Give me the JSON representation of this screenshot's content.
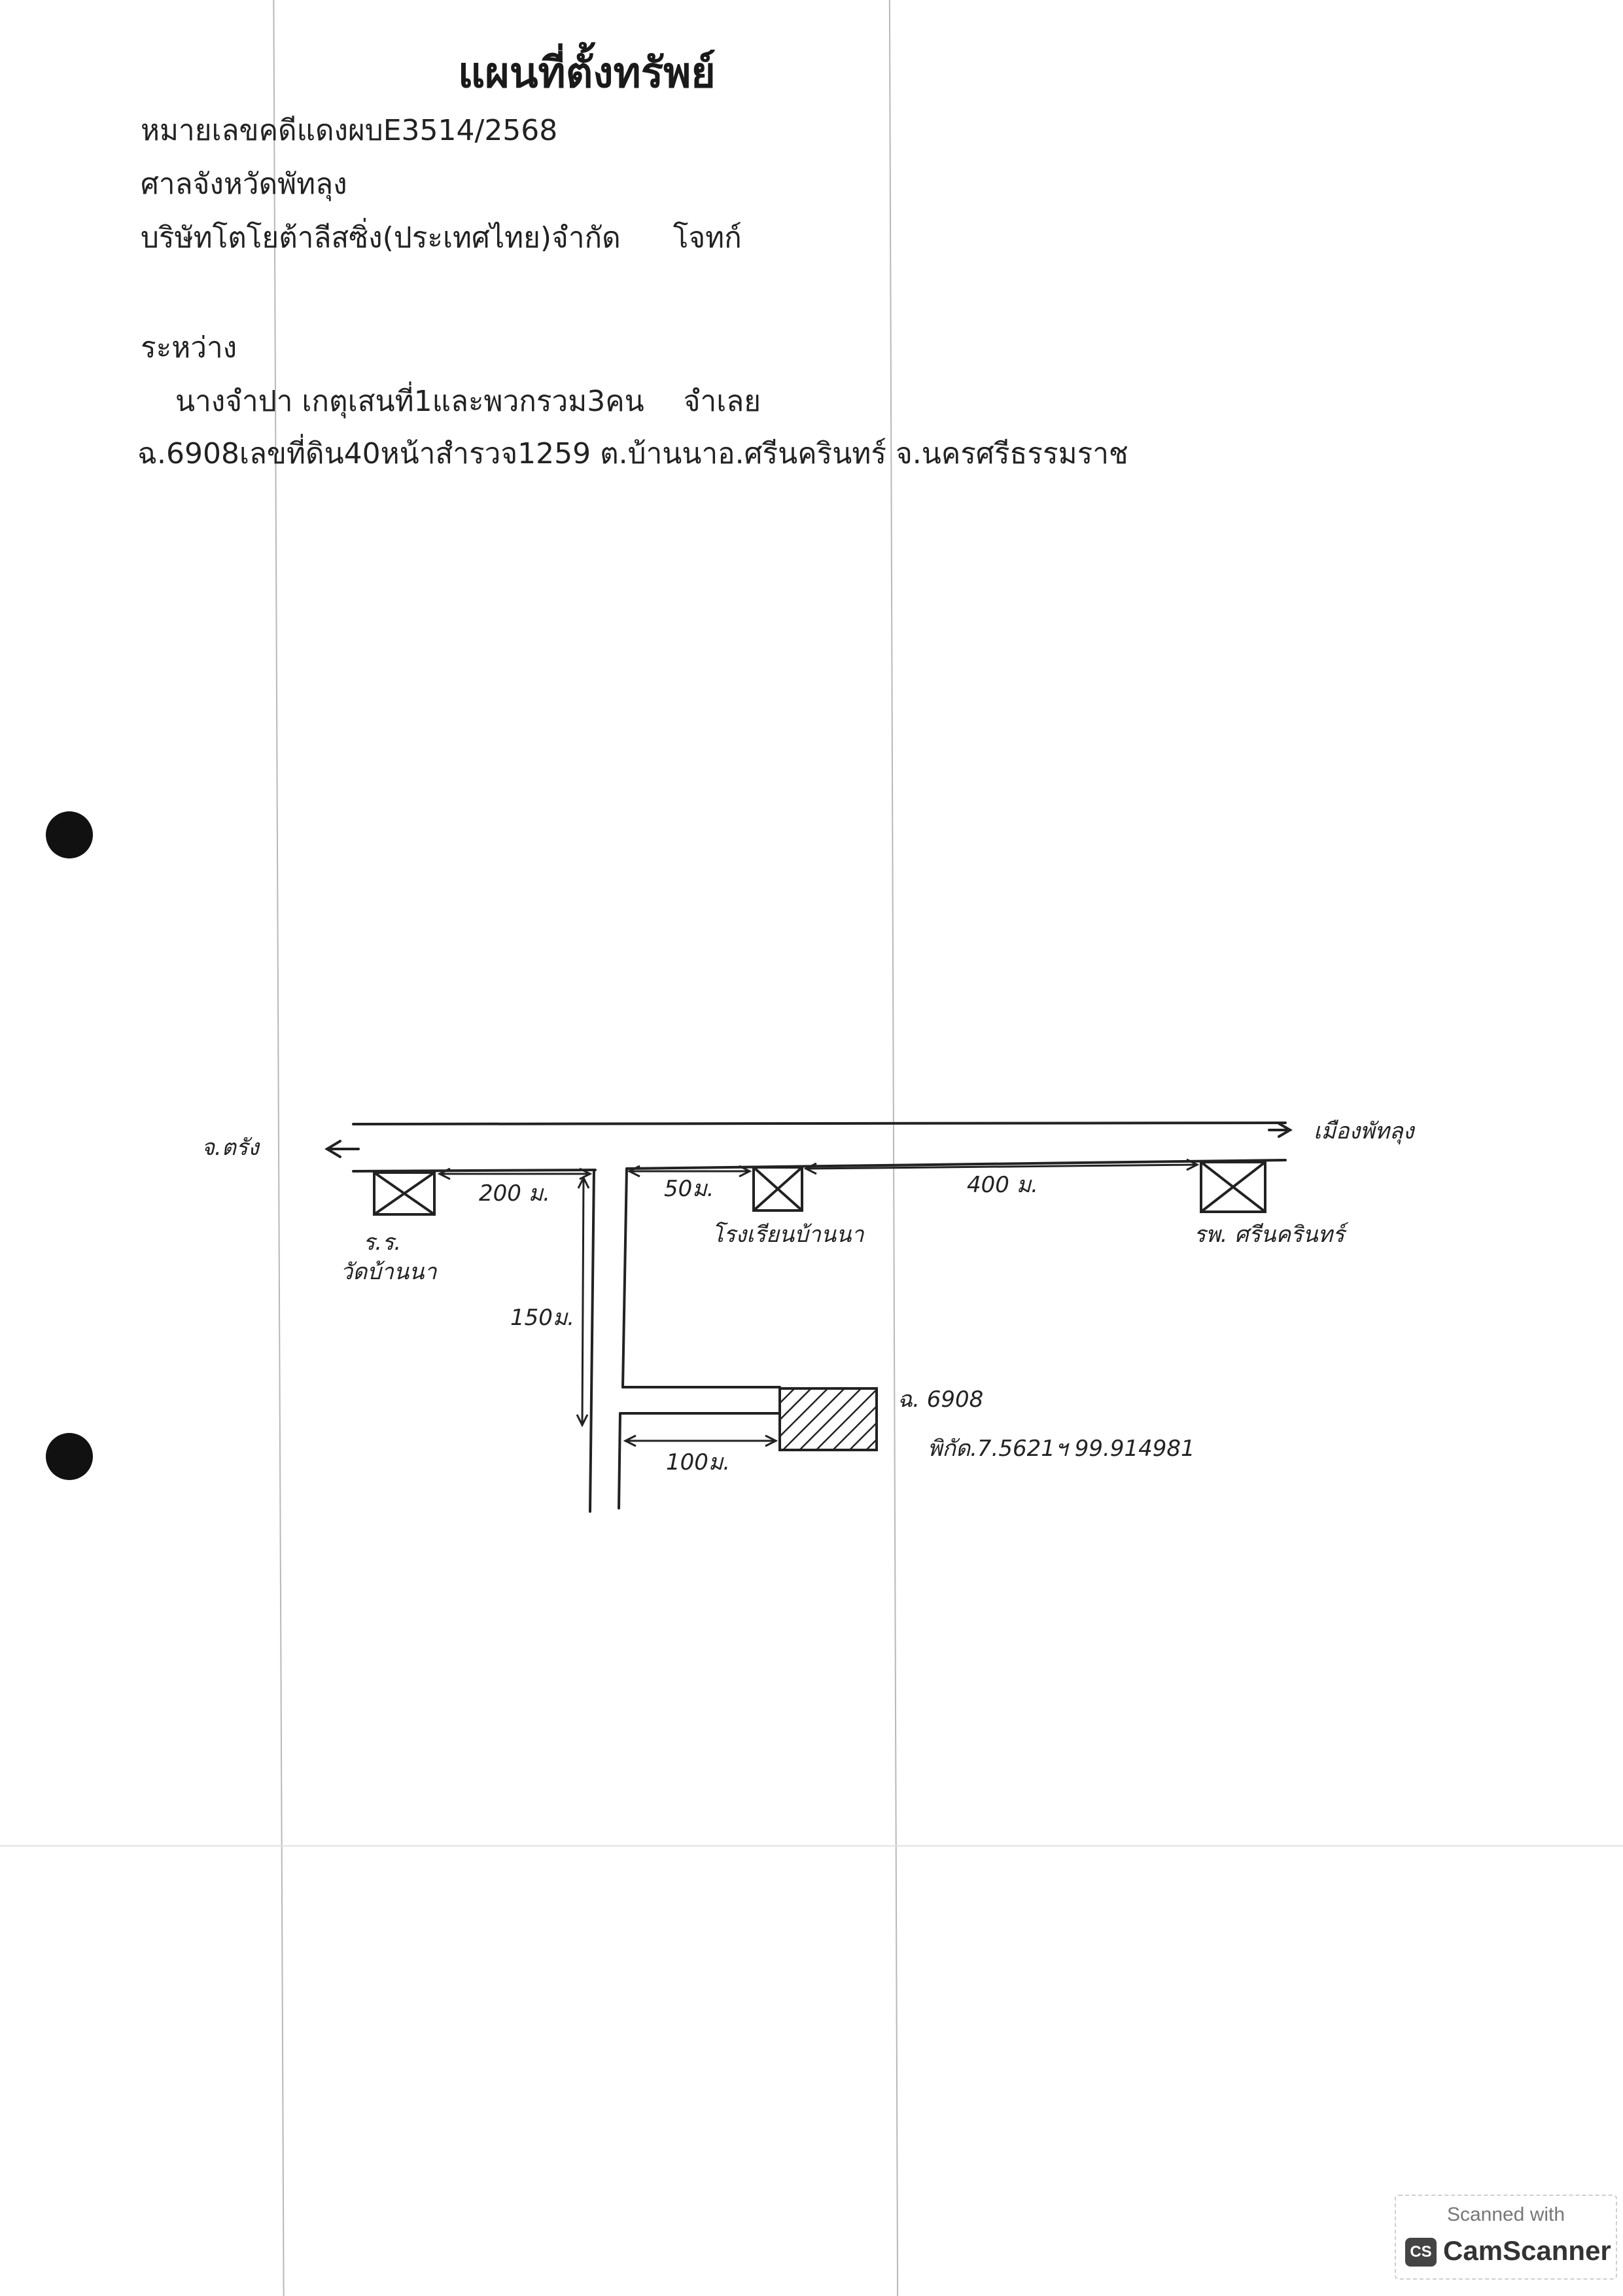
{
  "document": {
    "title": "แผนที่ตั้งทรัพย์",
    "case_number": "หมายเลขคดีแดงผบE3514/2568",
    "court": "ศาลจังหวัดพัทลุง",
    "plaintiff_name": "บริษัทโตโยต้าลีสซิ่ง(ประเทศไทย)จำกัด",
    "plaintiff_role": "โจทก์",
    "between_label": "ระหว่าง",
    "defendant_name": "นางจำปา เกตุเสนที่1และพวกรวม3คน",
    "defendant_role": "จำเลย",
    "property_line": "ฉ.6908เลขที่ดิน40หน้าสำรวจ1259 ต.บ้านนาอ.ศรีนครินทร์ จ.นครศรีธรรมราช"
  },
  "sketch_map": {
    "road_left_label": "จ.ตรัง",
    "road_right_label": "เมืองพัทลุง",
    "temple_code": "ร.ร.",
    "temple_label": "วัดบ้านนา",
    "school_label": "โรงเรียนบ้านนา",
    "hospital_label": "รพ. ศรีนครินทร์",
    "dist_200": "200 ม.",
    "dist_50": "50ม.",
    "dist_400": "400 ม.",
    "dist_150": "150ม.",
    "dist_100": "100ม.",
    "parcel_label": "ฉ. 6908",
    "parcel_coords": "พิกัด.7.5621ฯ 99.914981"
  },
  "scanner_badge": {
    "top_text": "Scanned with",
    "logo_text": "CS",
    "brand": "CamScanner"
  }
}
